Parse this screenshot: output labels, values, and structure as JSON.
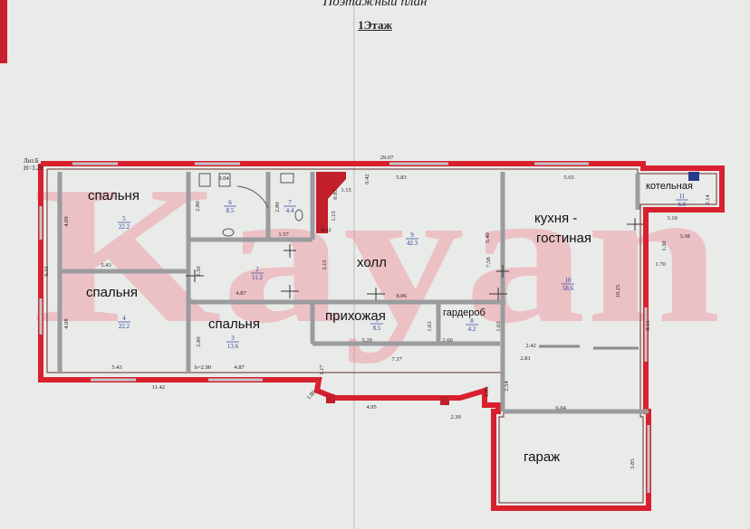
{
  "header": {
    "title": "Поэтажный план",
    "floor": "1Этаж"
  },
  "side_label": {
    "line1": "Лит.Б",
    "line2": "Н=3.20"
  },
  "watermark": "Kayan",
  "rooms": [
    {
      "key": "bedroom-1",
      "name": "спальня",
      "number": "5",
      "area": "22.2"
    },
    {
      "key": "bedroom-2",
      "name": "спальня",
      "number": "4",
      "area": "22.2"
    },
    {
      "key": "bedroom-3",
      "name": "спальня",
      "number": "3",
      "area": "13.6"
    },
    {
      "key": "bath-6",
      "name": "",
      "number": "6",
      "area": "8.5"
    },
    {
      "key": "wc-7",
      "name": "",
      "number": "7",
      "area": "4.4"
    },
    {
      "key": "corridor-2",
      "name": "",
      "number": "2",
      "area": "11.2"
    },
    {
      "key": "hall",
      "name": "холл",
      "number": "9",
      "area": "42.3"
    },
    {
      "key": "entry",
      "name": "прихожая",
      "number": "1",
      "area": "8.5"
    },
    {
      "key": "wardrobe",
      "name": "гардероб",
      "number": "8",
      "area": "4.2"
    },
    {
      "key": "kitchen",
      "name": "кухня - гостиная",
      "number": "10",
      "area": "58.6"
    },
    {
      "key": "boiler",
      "name": "котельная",
      "number": "11",
      "area": "6.6"
    },
    {
      "key": "garage",
      "name": "гараж",
      "number": "",
      "area": ""
    }
  ],
  "dimensions": [
    "29.07",
    "3.04",
    "5.83",
    "5.65",
    "0.42",
    "1.15",
    "0.93",
    "4.09",
    "2.80",
    "2.80",
    "1.15",
    "0.42",
    "1.57",
    "5.40",
    "2.14",
    "3.10",
    "3.38",
    "1.30",
    "1.70",
    "5.43",
    "2.50",
    "3.15",
    "7.58",
    "9.33",
    "4.87",
    "8.06",
    "10.25",
    "4.08",
    "2.80",
    "1.63",
    "1.63",
    "5.20",
    "2.60",
    "2.42",
    "8.11",
    "5.43",
    "h=2.90",
    "4.87",
    "1.17",
    "7.37",
    "2.81",
    "11.42",
    "2.95",
    "2.54",
    "1.80",
    "4.95",
    "2.30",
    "6.04",
    "3.85"
  ]
}
